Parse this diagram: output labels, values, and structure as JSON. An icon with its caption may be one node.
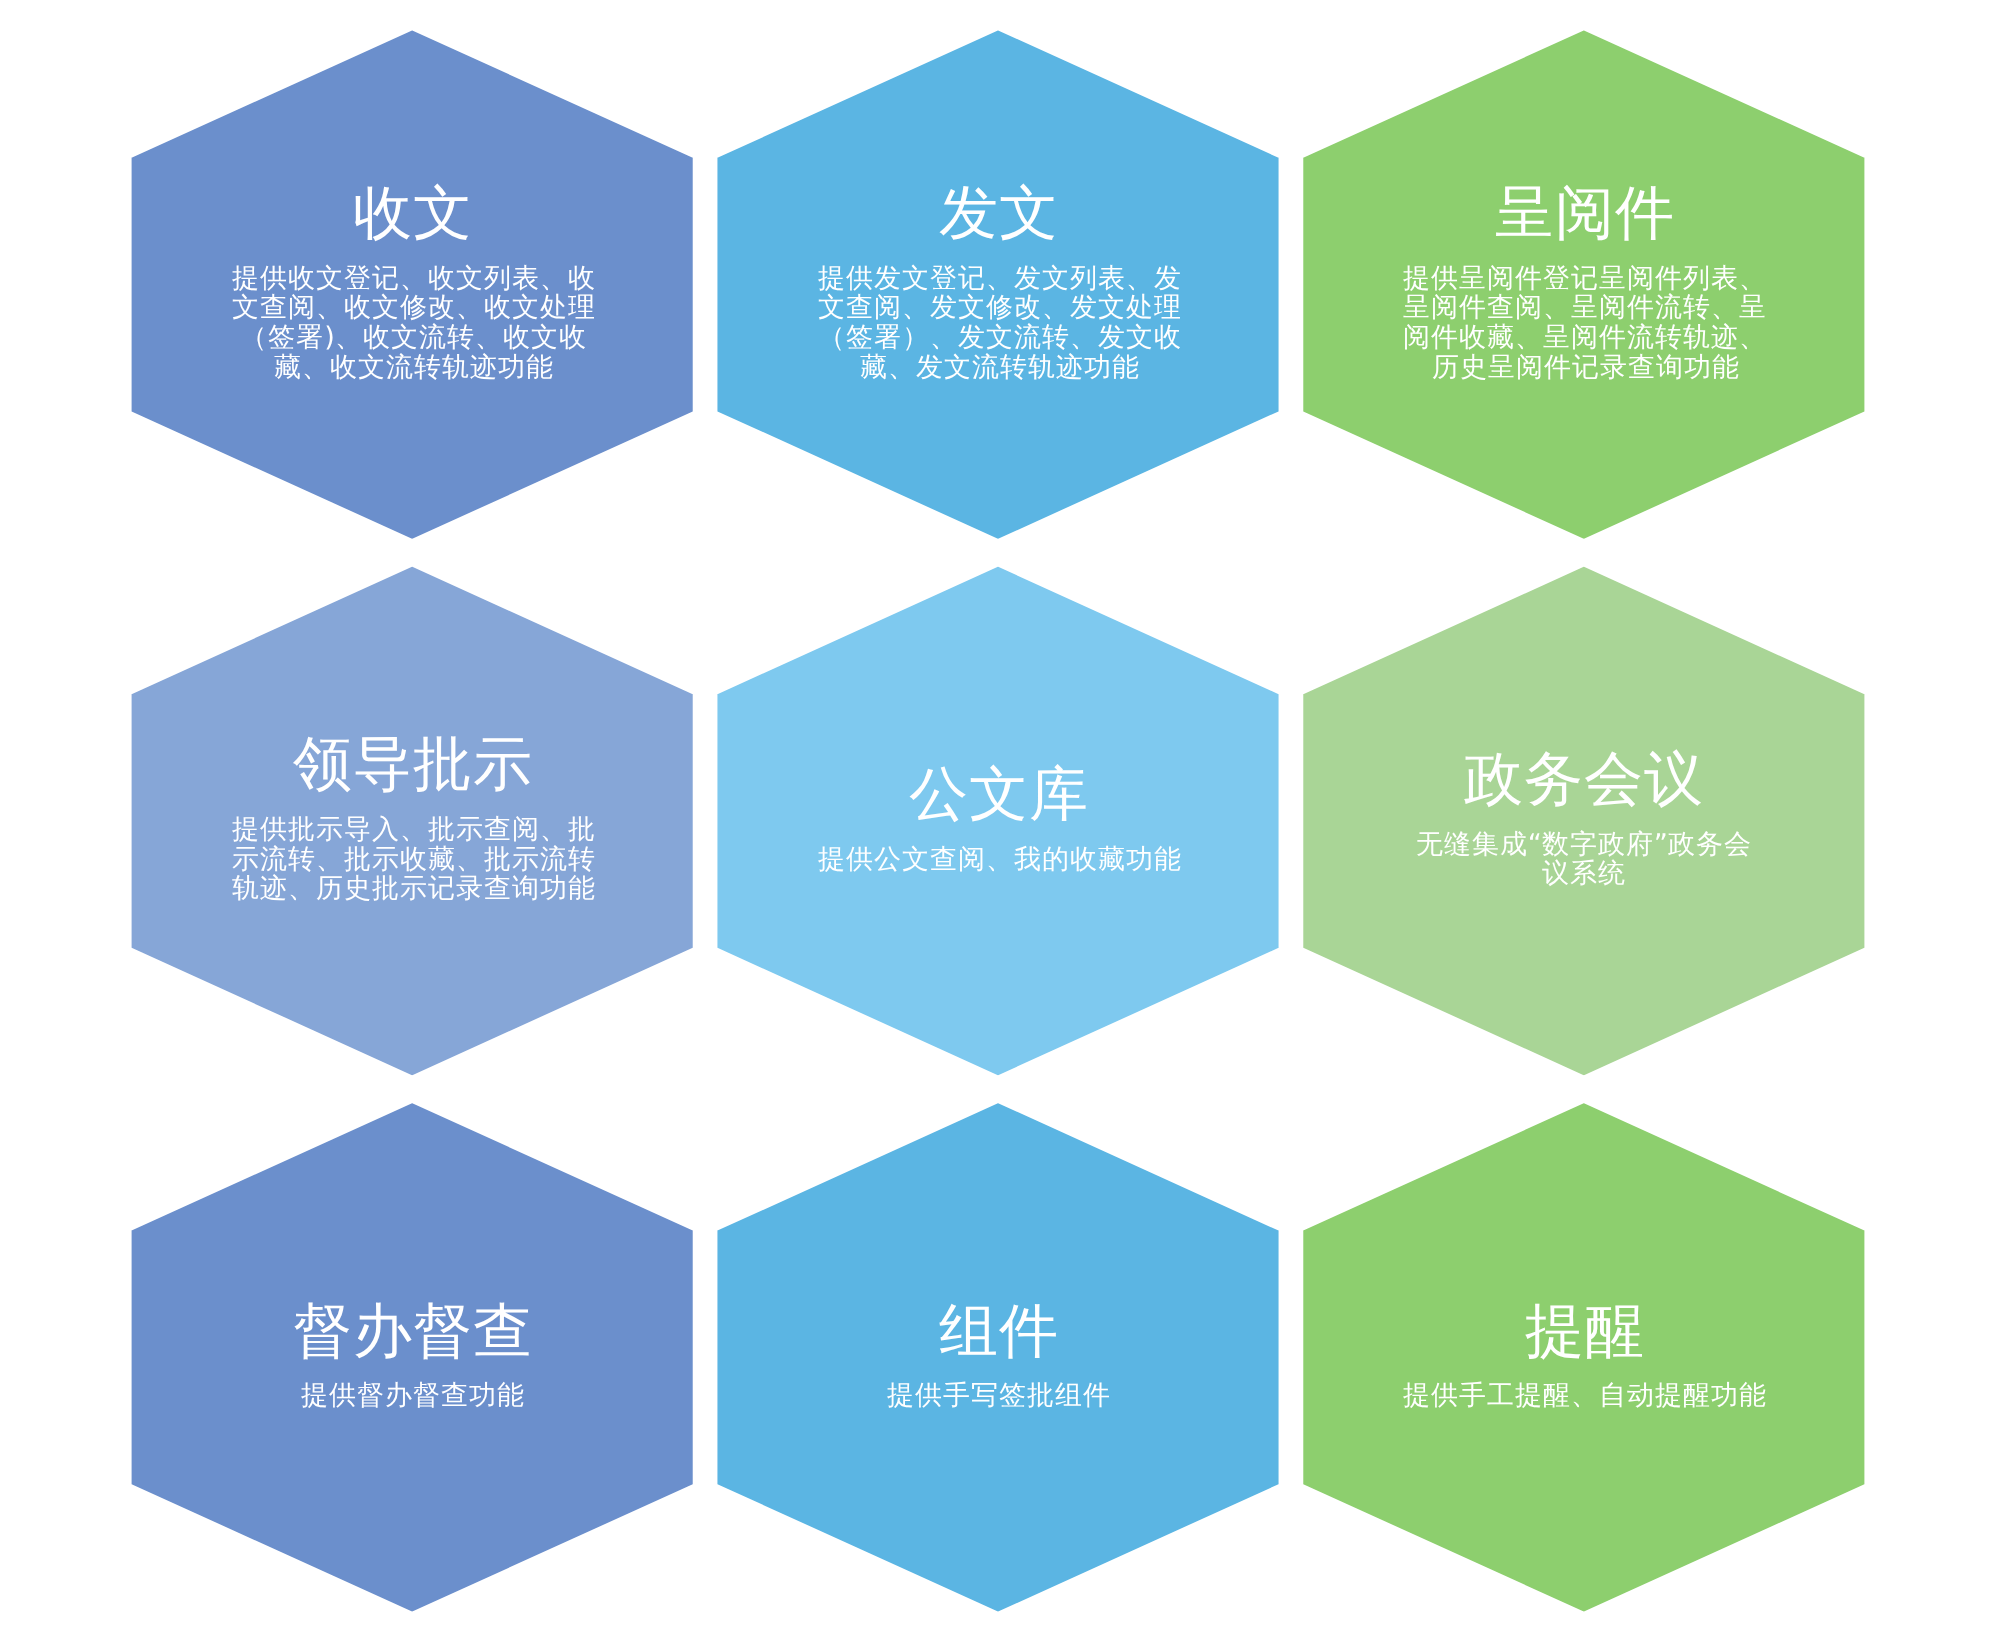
{
  "diagram": {
    "nodes": [
      {
        "text": [
          "收文",
          "提供收文登记、收文列表、收文查阅、收文修改、收文处理（签署)、收文流转、收文收藏、收文流转轨迹功能"
        ]
      },
      {
        "text": [
          "发文",
          "提供发文登记、发文列表、发文查阅、发文修改、发文处理（签署）、发文流转、发文收藏、发文流转轨迹功能"
        ]
      },
      {
        "text": [
          "呈阅件",
          "提供呈阅件登记呈阅件列表、呈阅件查阅、呈阅件流转、呈阅件收藏、呈阅件流转轨迹、历史呈阅件记录查询功能"
        ]
      },
      {
        "text": [
          "领导批示",
          "提供批示导入、批示查阅、批示流转、批示收藏、批示流转轨迹、历史批示记录查询功能"
        ]
      },
      {
        "text": [
          "公文库",
          "提供公文查阅、我的收藏功能"
        ]
      },
      {
        "text": [
          "政务会议",
          "无缝集成“数字政府”政务会议系统"
        ]
      },
      {
        "text": [
          "督办督查",
          "提供督办督查功能"
        ]
      },
      {
        "text": [
          "组件",
          "提供手写签批组件"
        ]
      },
      {
        "text": [
          "提醒",
          "提供手工提醒、自动提醒功能"
        ]
      }
    ]
  }
}
